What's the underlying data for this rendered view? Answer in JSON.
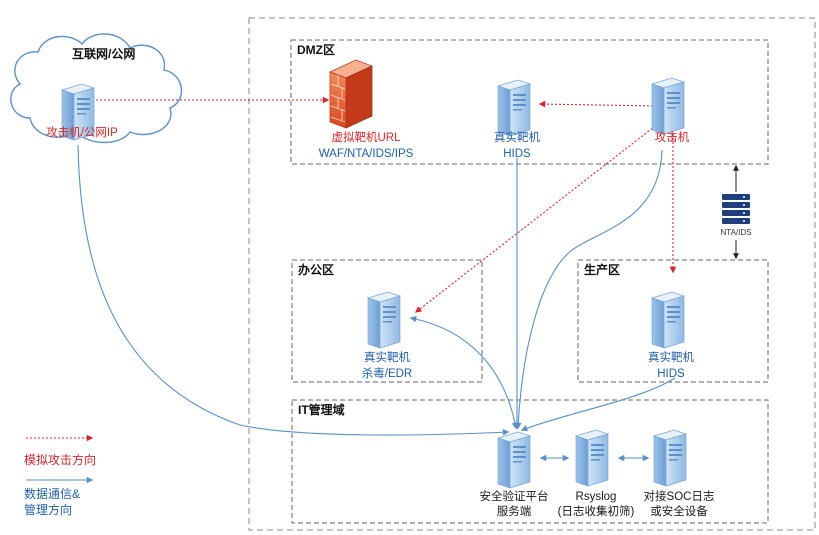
{
  "colors": {
    "attack": "#d9262b",
    "data": "#5b8fc7",
    "zone_border": "#666666",
    "label_blue": "#1f5fae"
  },
  "zones": {
    "internet": {
      "title": "互联网/公网"
    },
    "dmz": {
      "title": "DMZ区"
    },
    "office": {
      "title": "办公区"
    },
    "production": {
      "title": "生产区"
    },
    "it": {
      "title": "IT管理域"
    }
  },
  "nodes": {
    "internet_attacker": {
      "label": "攻击机/公网IP",
      "icon": "server-icon"
    },
    "virtual_target": {
      "line1": "虚拟靶机URL",
      "line2": "WAF/NTA/IDS/IPS",
      "icon": "firewall-icon"
    },
    "dmz_real_target": {
      "line1": "真实靶机",
      "line2": "HIDS",
      "icon": "server-icon"
    },
    "dmz_attacker": {
      "label": "攻击机",
      "icon": "server-icon"
    },
    "nta_ids": {
      "label": "NTA/IDS",
      "icon": "appliance-icon"
    },
    "office_target": {
      "line1": "真实靶机",
      "line2": "杀毒/EDR",
      "icon": "server-icon"
    },
    "prod_target": {
      "line1": "真实靶机",
      "line2": "HIDS",
      "icon": "server-icon"
    },
    "platform": {
      "line1": "安全验证平台",
      "line2": "服务端",
      "icon": "server-icon"
    },
    "rsyslog": {
      "line1": "Rsyslog",
      "line2": "(日志收集初筛)",
      "icon": "server-icon"
    },
    "soc": {
      "line1": "对接SOC日志",
      "line2": "或安全设备",
      "icon": "server-icon"
    }
  },
  "legend": {
    "attack": "模拟攻击方向",
    "data_line1": "数据通信&",
    "data_line2": "管理方向"
  }
}
